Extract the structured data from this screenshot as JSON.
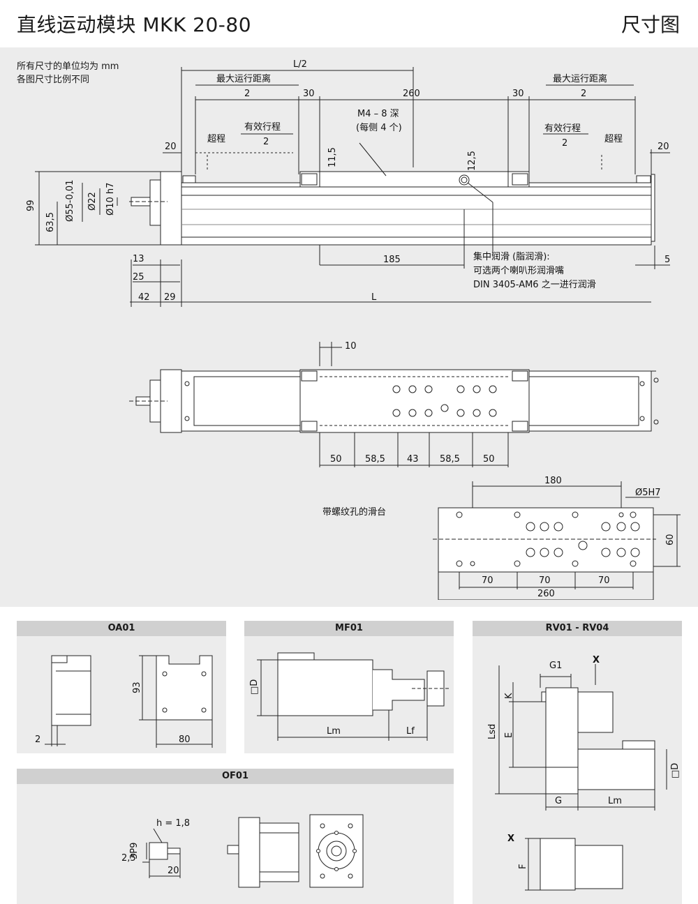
{
  "header": {
    "title": "直线运动模块 MKK 20-80",
    "section": "尺寸图"
  },
  "notes": {
    "line1": "所有尺寸的单位均为 mm",
    "line2": "各图尺寸比例不同"
  },
  "side_view": {
    "half_length": "L/2",
    "max_travel": "最大运行距离",
    "two": "2",
    "dim_30": "30",
    "dim_260": "260",
    "dim_20": "20",
    "overtravel": "超程",
    "effective_travel": "有效行程",
    "thread": "M4 – 8 深",
    "thread_note": "(每侧 4 个)",
    "dim_11_5": "11,5",
    "dim_12_5": "12,5",
    "dim_99": "99",
    "dim_63_5": "63,5",
    "dia_55": "Ø55-0,01",
    "dia_22": "Ø22",
    "dia_10": "Ø10 h7",
    "dim_13": "13",
    "dim_25": "25",
    "dim_42": "42",
    "dim_29": "29",
    "dim_185": "185",
    "dim_5": "5",
    "length": "L",
    "lube1": "集中润滑 (脂润滑):",
    "lube2": "可选两个喇叭形润滑嘴",
    "lube3": "DIN 3405-AM6 之一进行润滑"
  },
  "top_view": {
    "dim_10": "10",
    "dims": [
      "50",
      "58,5",
      "43",
      "58,5",
      "50"
    ]
  },
  "carriage": {
    "label": "带螺纹孔的滑台",
    "dim_180": "180",
    "dim_hole": "Ø5H7",
    "dim_60": "60",
    "dim_70": "70",
    "dim_260": "260"
  },
  "panels": {
    "oa01": {
      "title": "OA01",
      "dim_93": "93",
      "dim_2": "2",
      "dim_80": "80"
    },
    "mf01": {
      "title": "MF01",
      "d": "□D",
      "lm": "Lm",
      "lf": "Lf"
    },
    "rv01": {
      "title": "RV01 - RV04",
      "g1": "G1",
      "x": "X",
      "k": "K",
      "e": "E",
      "lsd": "Lsd",
      "g": "G",
      "lm": "Lm",
      "d": "□D",
      "f": "F"
    },
    "of01": {
      "title": "OF01",
      "h": "h = 1,8",
      "p9": "3P9",
      "d25": "2,5",
      "d20": "20"
    }
  }
}
